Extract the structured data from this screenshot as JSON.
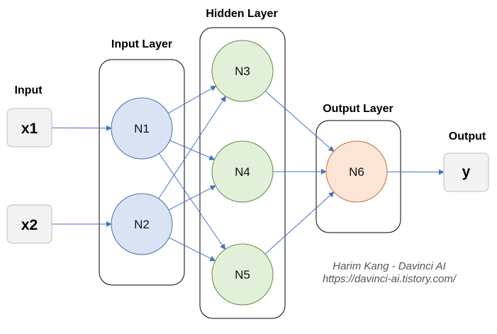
{
  "labels": {
    "input": "Input",
    "input_layer": "Input Layer",
    "hidden_layer": "Hidden Layer",
    "output_layer": "Output Layer",
    "output": "Output"
  },
  "inputs": {
    "x1": "x1",
    "x2": "x2"
  },
  "output": {
    "y": "y"
  },
  "nodes": {
    "n1": "N1",
    "n2": "N2",
    "n3": "N3",
    "n4": "N4",
    "n5": "N5",
    "n6": "N6"
  },
  "credit": {
    "author": "Harim Kang - Davinci AI",
    "url": "https://davinci-ai.tistory.com/"
  },
  "colors": {
    "input_node_fill": "#dae3f3",
    "input_node_stroke": "#4a6da7",
    "hidden_node_fill": "#e2f0d9",
    "hidden_node_stroke": "#5b8c3f",
    "output_node_fill": "#fbe5d6",
    "output_node_stroke": "#c5713a",
    "io_box_fill": "#f2f2f2",
    "edge": "#4472c4"
  },
  "edges": [
    [
      "x1",
      "n1"
    ],
    [
      "x2",
      "n2"
    ],
    [
      "n1",
      "n3"
    ],
    [
      "n1",
      "n4"
    ],
    [
      "n1",
      "n5"
    ],
    [
      "n2",
      "n3"
    ],
    [
      "n2",
      "n4"
    ],
    [
      "n2",
      "n5"
    ],
    [
      "n3",
      "n6"
    ],
    [
      "n4",
      "n6"
    ],
    [
      "n5",
      "n6"
    ],
    [
      "n6",
      "y"
    ]
  ]
}
